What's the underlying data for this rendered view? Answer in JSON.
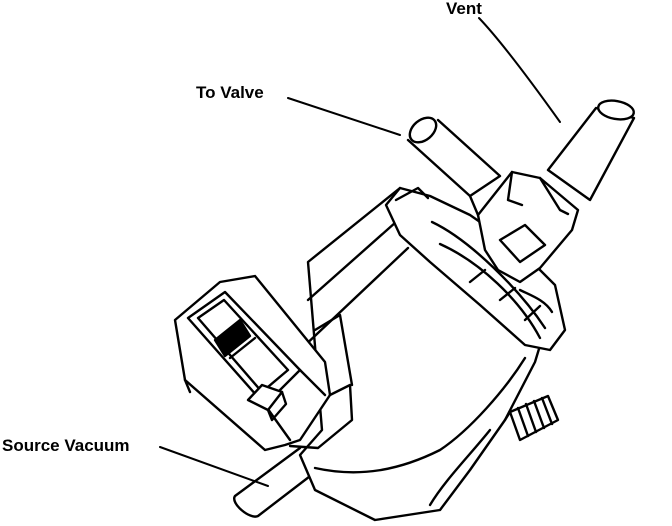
{
  "labels": {
    "vent": "Vent",
    "to_valve": "To Valve",
    "source_vacuum": "Source Vacuum"
  },
  "colors": {
    "ink": "#000000",
    "paper": "#ffffff"
  }
}
